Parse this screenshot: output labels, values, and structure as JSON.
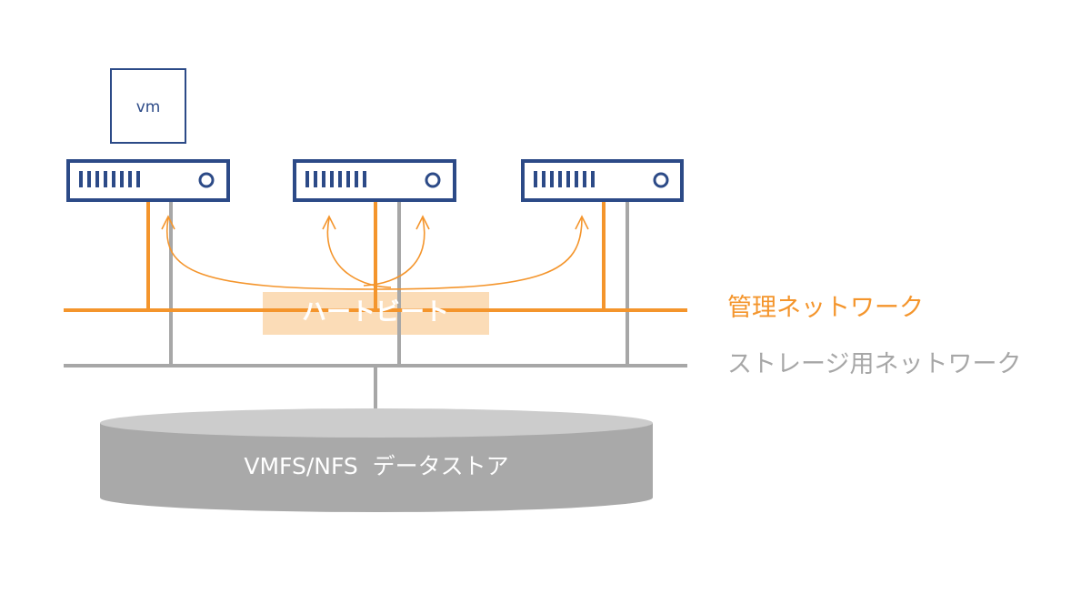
{
  "vm": {
    "label": "vm"
  },
  "hosts": [
    {
      "id": "host-1"
    },
    {
      "id": "host-2"
    },
    {
      "id": "host-3"
    }
  ],
  "networks": {
    "management": {
      "label": "管理ネットワーク",
      "color": "#f4952c"
    },
    "storage": {
      "label": "ストレージ用ネットワーク",
      "color": "#a7a7a7"
    }
  },
  "heartbeat": {
    "label": "ハートビート",
    "badge_color": "#fbdcb7"
  },
  "datastore": {
    "label": "VMFS/NFS  データストア",
    "top_color": "#cccccc",
    "body_color": "#a9a9a9"
  },
  "colors": {
    "host_border": "#2c4a87",
    "host_fill": "#ffffff"
  }
}
